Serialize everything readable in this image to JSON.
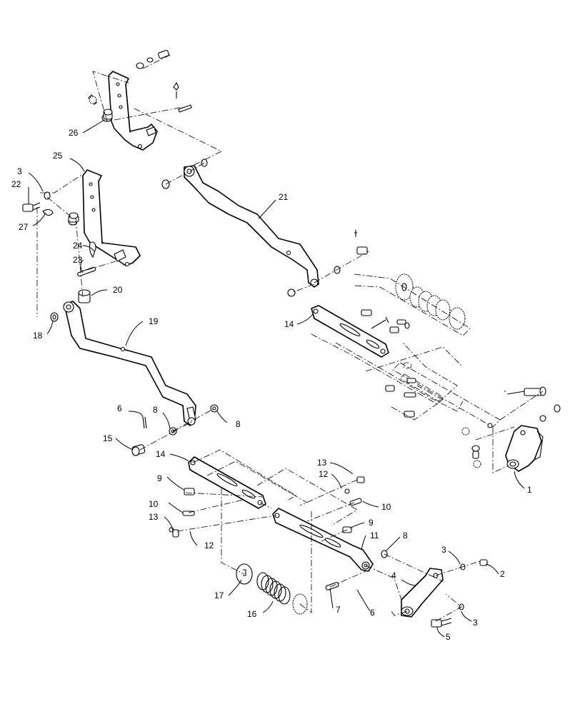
{
  "diagram": {
    "callouts": [
      {
        "id": "26a",
        "label": "26"
      },
      {
        "id": "25a",
        "label": "25"
      },
      {
        "id": "3a",
        "label": "3"
      },
      {
        "id": "22a",
        "label": "22"
      },
      {
        "id": "27a",
        "label": "27"
      },
      {
        "id": "24a",
        "label": "24"
      },
      {
        "id": "23a",
        "label": "23"
      },
      {
        "id": "20a",
        "label": "20"
      },
      {
        "id": "18a",
        "label": "18"
      },
      {
        "id": "19a",
        "label": "19"
      },
      {
        "id": "21a",
        "label": "21"
      },
      {
        "id": "14a",
        "label": "14"
      },
      {
        "id": "6a",
        "label": "6"
      },
      {
        "id": "8a",
        "label": "8"
      },
      {
        "id": "8b",
        "label": "8"
      },
      {
        "id": "15a",
        "label": "15"
      },
      {
        "id": "14b",
        "label": "14"
      },
      {
        "id": "9a",
        "label": "9"
      },
      {
        "id": "10a",
        "label": "10"
      },
      {
        "id": "13a",
        "label": "13"
      },
      {
        "id": "12a",
        "label": "12"
      },
      {
        "id": "13b",
        "label": "13"
      },
      {
        "id": "12b",
        "label": "12"
      },
      {
        "id": "10b",
        "label": "10"
      },
      {
        "id": "9b",
        "label": "9"
      },
      {
        "id": "11a",
        "label": "11"
      },
      {
        "id": "8c",
        "label": "8"
      },
      {
        "id": "17a",
        "label": "17"
      },
      {
        "id": "16a",
        "label": "16"
      },
      {
        "id": "7a",
        "label": "7"
      },
      {
        "id": "6b",
        "label": "6"
      },
      {
        "id": "4a",
        "label": "4"
      },
      {
        "id": "3b",
        "label": "3"
      },
      {
        "id": "2a",
        "label": "2"
      },
      {
        "id": "5a",
        "label": "5"
      },
      {
        "id": "3c",
        "label": "3"
      },
      {
        "id": "1a",
        "label": "1"
      }
    ]
  }
}
